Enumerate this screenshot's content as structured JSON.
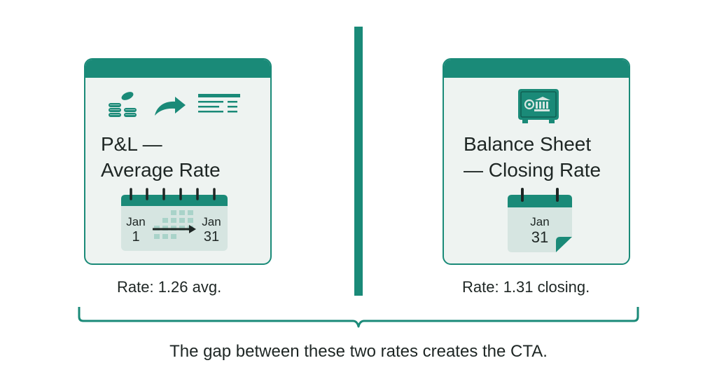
{
  "colors": {
    "accent": "#1a8a78",
    "card_background": "#eef3f1",
    "text": "#1e2624",
    "accent_light": "#a9d3c9"
  },
  "left_card": {
    "title_line1": "P&L —",
    "title_line2": "Average Rate",
    "icons": [
      "coins-icon",
      "arrow-icon",
      "ledger-icon",
      "calendar-range-icon"
    ],
    "calendar": {
      "start_month": "Jan",
      "start_day": "1",
      "end_month": "Jan",
      "end_day": "31"
    },
    "rate_label": "Rate: 1.26 avg."
  },
  "right_card": {
    "title_line1": "Balance Sheet",
    "title_line2": "— Closing Rate",
    "icons": [
      "vault-icon",
      "calendar-icon"
    ],
    "calendar": {
      "month": "Jan",
      "day": "31"
    },
    "rate_label": "Rate: 1.31 closing."
  },
  "caption": "The gap between these two rates creates the CTA."
}
